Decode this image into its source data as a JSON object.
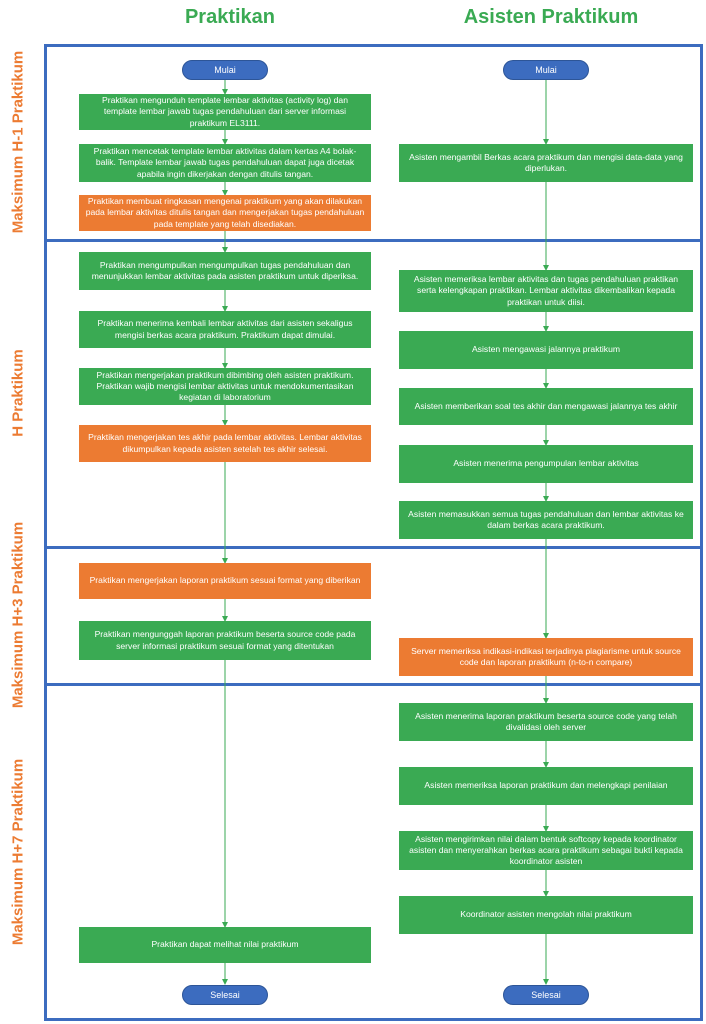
{
  "columns": {
    "left": "Praktikan",
    "right": "Asisten Praktikum"
  },
  "lanes": {
    "h1": "Maksimum H-1 Praktikum",
    "h": "H Praktikum",
    "h3": "Maksimum H+3 Praktikum",
    "h7": "Maksimum H+7 Praktikum"
  },
  "terminals": {
    "start": "Mulai",
    "end": "Selesai"
  },
  "praktikan": [
    "Praktikan mengunduh template lembar aktivitas (activity log) dan template lembar jawab tugas pendahuluan dari server informasi praktikum EL3111.",
    "Praktikan mencetak template lembar aktivitas dalam kertas A4 bolak-balik. Template lembar jawab tugas pendahuluan dapat juga dicetak apabila ingin dikerjakan dengan ditulis tangan.",
    "Praktikan membuat ringkasan mengenai praktikum yang akan dilakukan pada lembar aktivitas ditulis tangan dan mengerjakan tugas pendahuluan pada template yang telah disediakan.",
    "Praktikan mengumpulkan mengumpulkan tugas pendahuluan dan menunjukkan lembar aktivitas pada asisten praktikum untuk diperiksa.",
    "Praktikan menerima kembali lembar aktivitas dari asisten sekaligus mengisi berkas acara praktikum. Praktikum dapat dimulai.",
    "Praktikan mengerjakan praktikum dibimbing oleh asisten praktikum. Praktikan wajib mengisi lembar aktivitas untuk mendokumentasikan kegiatan di laboratorium",
    "Praktikan mengerjakan tes akhir pada lembar aktivitas. Lembar aktivitas dikumpulkan kepada asisten setelah tes akhir selesai.",
    "Praktikan mengerjakan laporan praktikum sesuai format yang diberikan",
    "Praktikan mengunggah laporan praktikum beserta source code pada server informasi praktikum sesuai format yang ditentukan",
    "Praktikan dapat melihat nilai praktikum"
  ],
  "asisten": [
    "Asisten mengambil Berkas acara praktikum dan mengisi data-data yang diperlukan.",
    "Asisten memeriksa lembar aktivitas dan tugas pendahuluan praktikan serta kelengkapan praktikan. Lembar aktivitas dikembalikan kepada praktikan untuk diisi.",
    "Asisten mengawasi jalannya praktikum",
    "Asisten memberikan soal tes akhir dan mengawasi jalannya tes akhir",
    "Asisten menerima pengumpulan lembar aktivitas",
    "Asisten memasukkan semua tugas pendahuluan dan lembar aktivitas ke dalam berkas acara praktikum.",
    "Server memeriksa indikasi-indikasi terjadinya plagiarisme untuk source code dan laporan praktikum (n-to-n compare)",
    "Asisten menerima laporan praktikum beserta source code yang telah divalidasi oleh server",
    "Asisten memeriksa laporan praktikum dan melengkapi penilaian",
    "Asisten mengirimkan nilai dalam bentuk softcopy kepada koordinator asisten dan menyerahkan berkas acara praktikum sebagai bukti kepada koordinator asisten",
    "Koordinator asisten mengolah nilai praktikum"
  ],
  "colors": {
    "green": "#3aaa53",
    "orange": "#ec7b32",
    "blue": "#3c6cbf"
  }
}
